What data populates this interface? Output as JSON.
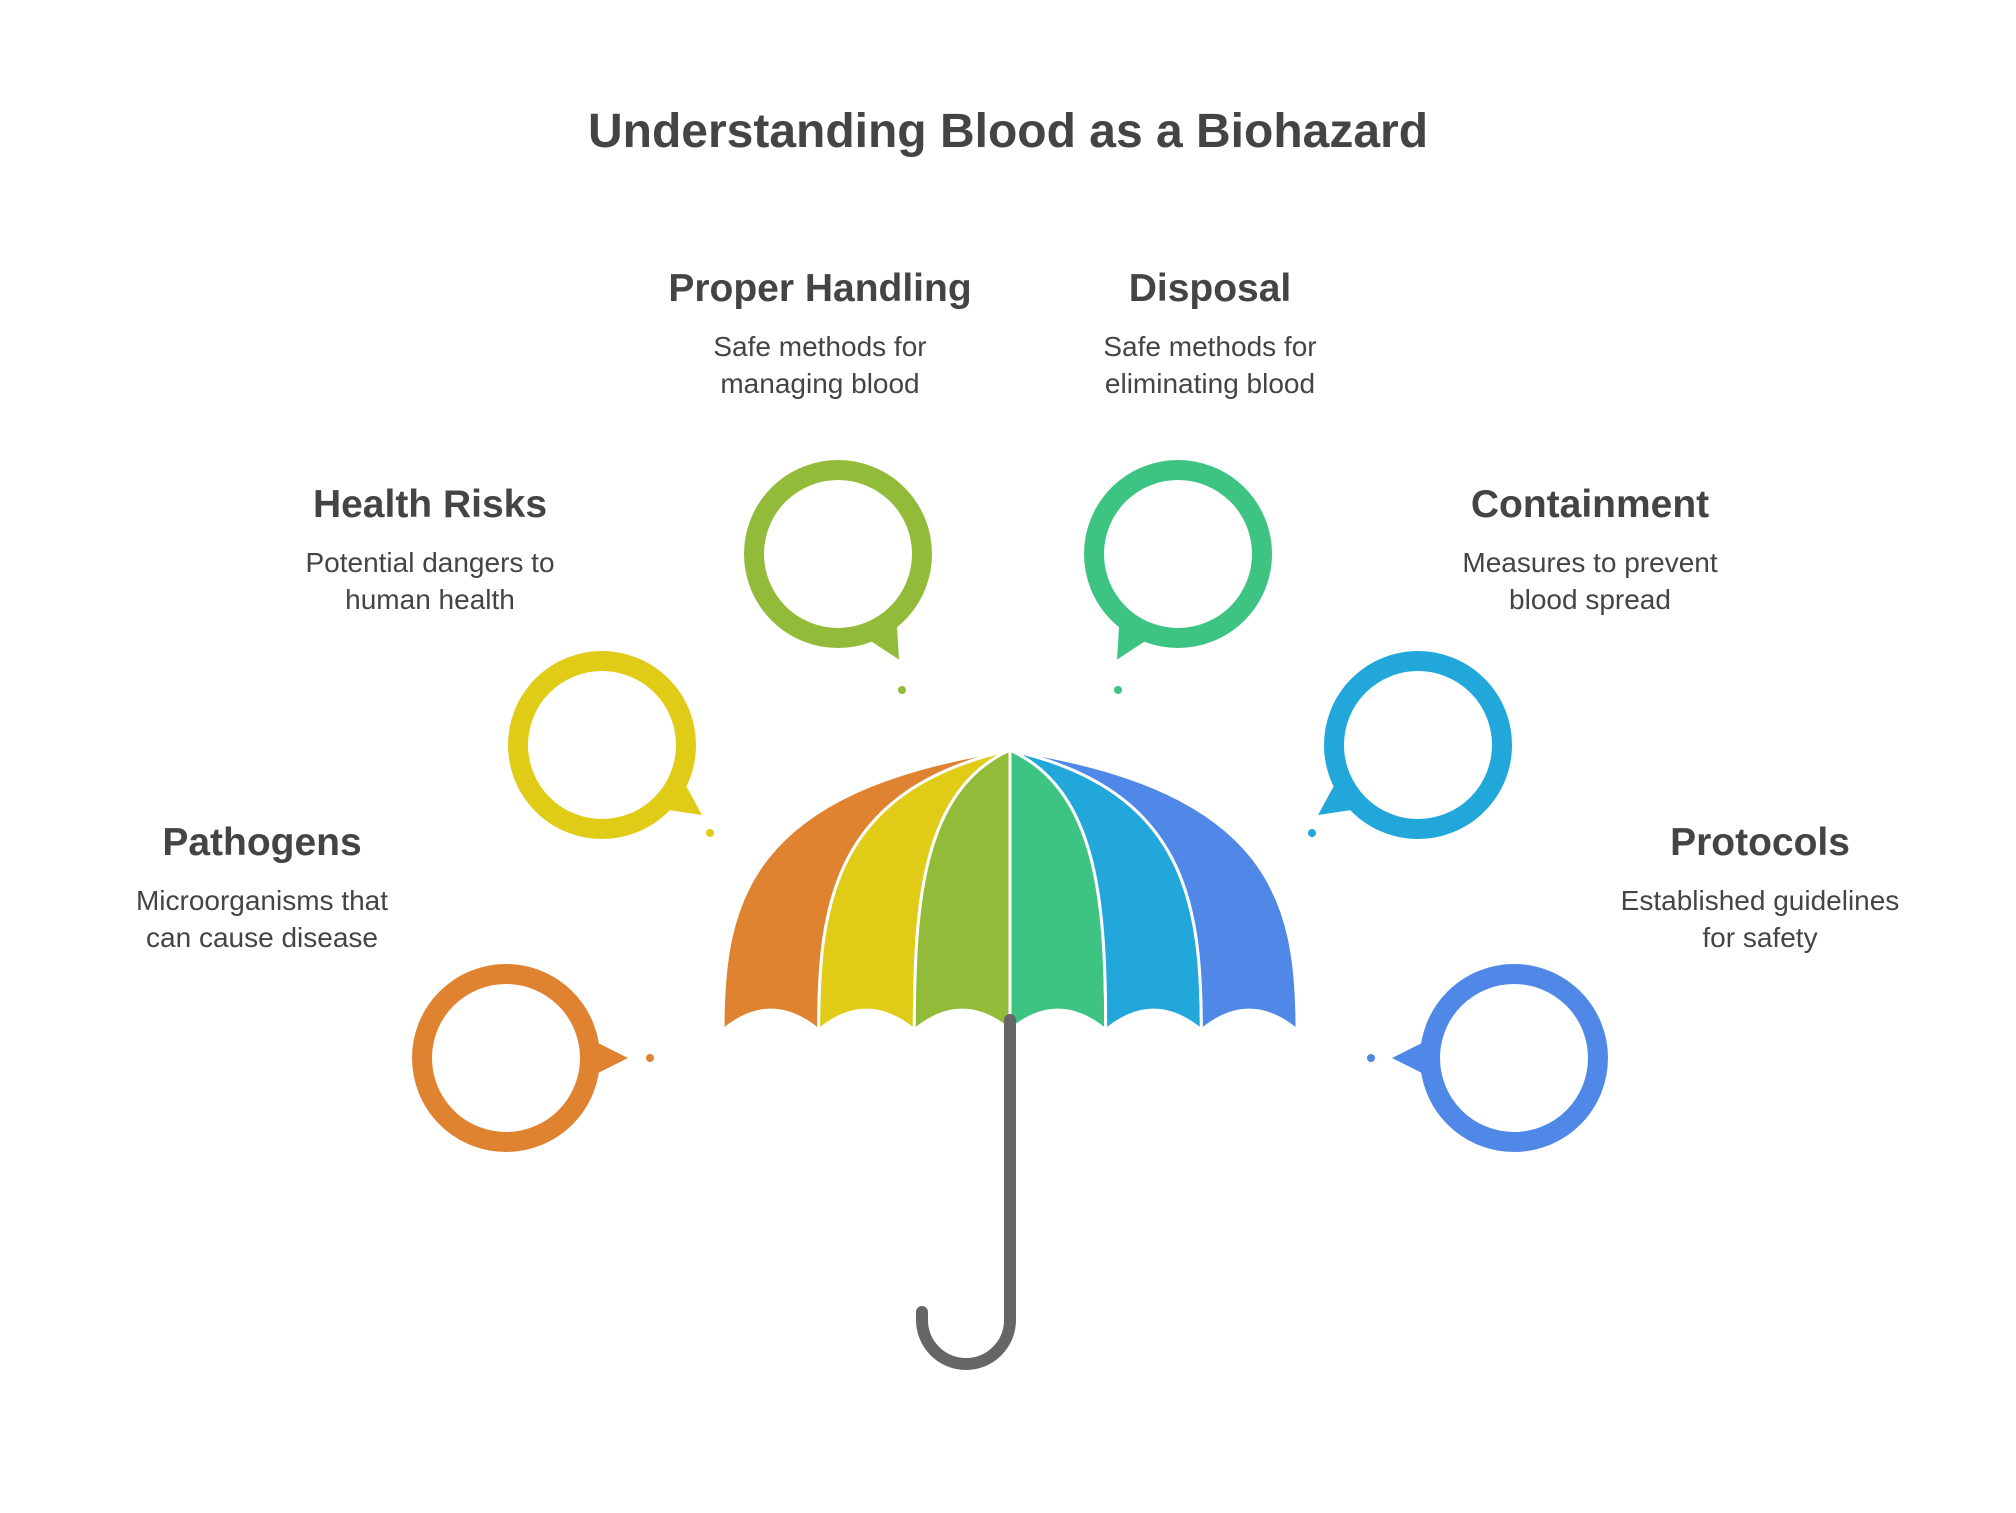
{
  "title": "Understanding Blood as a Biohazard",
  "colors": {
    "text": "#444444",
    "handle": "#666666",
    "orange": "#E08331",
    "yellow": "#E0CB17",
    "lime": "#93BB3A",
    "green": "#3EC482",
    "cyan": "#22A7DA",
    "blue": "#4F88E6"
  },
  "items": [
    {
      "title": "Pathogens",
      "desc_lines": [
        "Microorganisms that",
        "can cause disease"
      ],
      "color": "#E08331",
      "icon": "bubble-icon"
    },
    {
      "title": "Health Risks",
      "desc_lines": [
        "Potential dangers to",
        "human health"
      ],
      "color": "#E0CB17",
      "icon": "bubble-icon"
    },
    {
      "title": "Proper Handling",
      "desc_lines": [
        "Safe methods for",
        "managing blood"
      ],
      "color": "#93BB3A",
      "icon": "bubble-icon"
    },
    {
      "title": "Disposal",
      "desc_lines": [
        "Safe methods for",
        "eliminating blood"
      ],
      "color": "#3EC482",
      "icon": "bubble-icon"
    },
    {
      "title": "Containment",
      "desc_lines": [
        "Measures to prevent",
        "blood spread"
      ],
      "color": "#22A7DA",
      "icon": "bubble-icon"
    },
    {
      "title": "Protocols",
      "desc_lines": [
        "Established guidelines",
        "for safety"
      ],
      "color": "#4F88E6",
      "icon": "bubble-icon"
    }
  ],
  "umbrella": {
    "icon": "umbrella-icon",
    "panel_colors": [
      "#E08331",
      "#E0CB17",
      "#93BB3A",
      "#3EC482",
      "#22A7DA",
      "#4F88E6"
    ]
  }
}
